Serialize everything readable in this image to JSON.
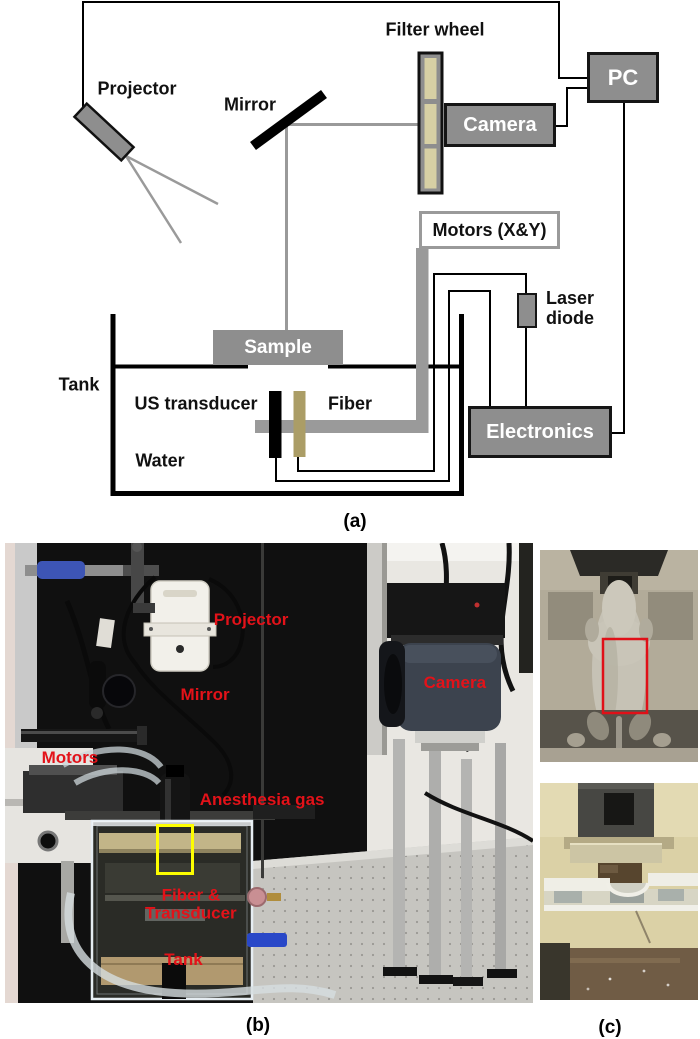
{
  "figure": {
    "caption_a": "(a)",
    "caption_b": "(b)",
    "caption_c": "(c)"
  },
  "diagram": {
    "labels": {
      "filter_wheel": "Filter wheel",
      "projector": "Projector",
      "mirror": "Mirror",
      "pc": "PC",
      "camera": "Camera",
      "motors": "Motors (X&Y)",
      "laser_line1": "Laser",
      "laser_line2": "diode",
      "sample": "Sample",
      "tank": "Tank",
      "us_transducer": "US transducer",
      "fiber": "Fiber",
      "water": "Water",
      "electronics": "Electronics"
    }
  },
  "photo_b": {
    "labels": {
      "projector": "Projector",
      "mirror": "Mirror",
      "motors": "Motors",
      "camera": "Camera",
      "anesthesia": "Anesthesia gas",
      "fiber_transducer_line1": "Fiber &",
      "fiber_transducer_line2": "Transducer",
      "tank": "Tank"
    }
  },
  "colors": {
    "box_gray": "#8e8e8e",
    "line_gray": "#9a9a9a",
    "filter_beige": "#d7d0a4",
    "fiber_tan": "#ab9d66",
    "label_red": "#e31219",
    "marker_red": "#e01018",
    "highlight_yellow": "#fdfd00"
  }
}
